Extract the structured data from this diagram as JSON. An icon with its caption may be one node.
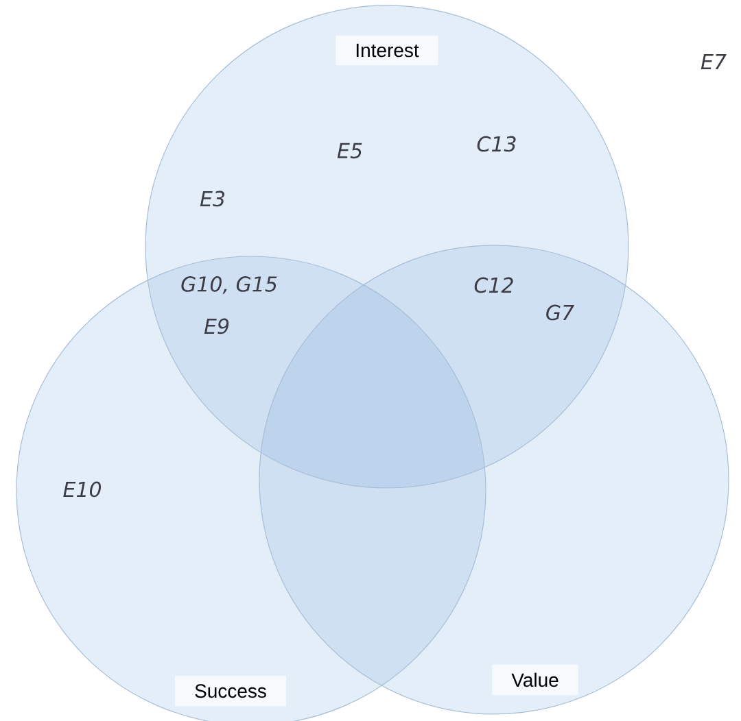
{
  "diagram": {
    "nodes": [
      {
        "text": [
          "Interest"
        ]
      },
      {
        "text": [
          "Success"
        ]
      },
      {
        "text": [
          "Value"
        ]
      }
    ],
    "labels": [
      "E7",
      "E5",
      "C13",
      "E3",
      "G10, G15",
      "E9",
      "C12",
      "G7",
      "E10"
    ]
  }
}
